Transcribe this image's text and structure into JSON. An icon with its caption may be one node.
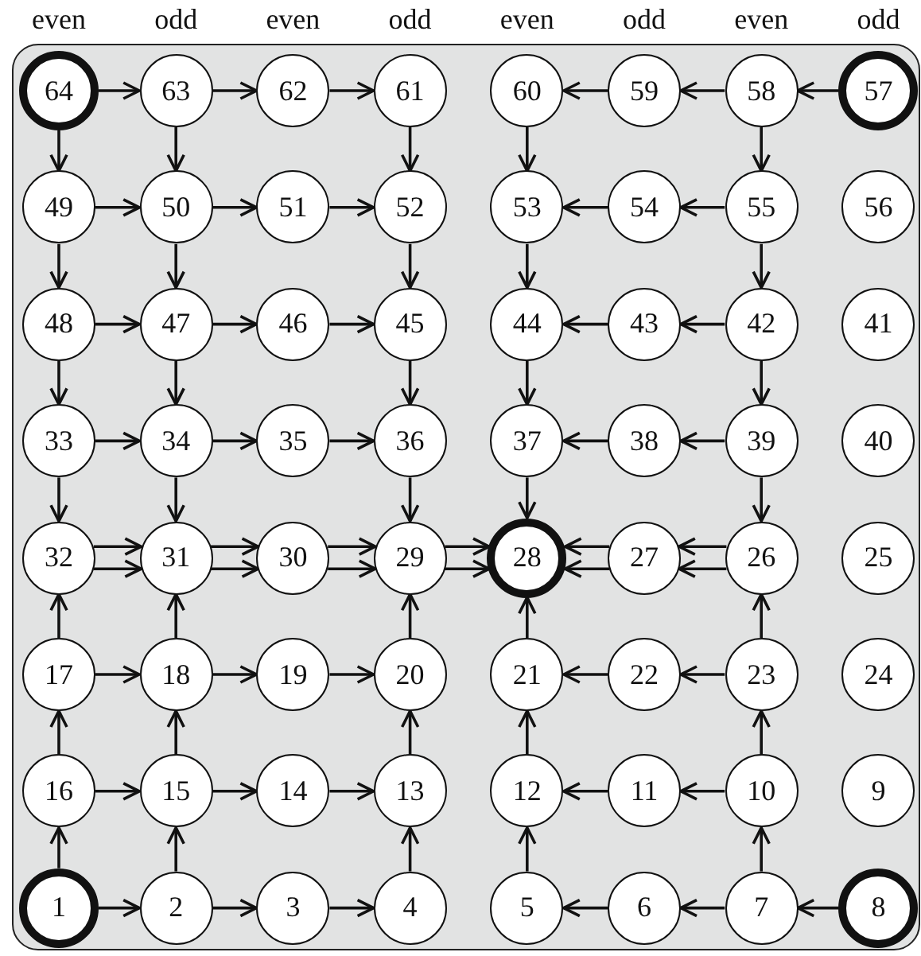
{
  "diagram": {
    "nodes": [
      {
        "text": [
          "64"
        ]
      },
      {
        "text": [
          "63"
        ]
      },
      {
        "text": [
          "62"
        ]
      },
      {
        "text": [
          "61"
        ]
      },
      {
        "text": [
          "60"
        ]
      },
      {
        "text": [
          "59"
        ]
      },
      {
        "text": [
          "58"
        ]
      },
      {
        "text": [
          "57"
        ]
      },
      {
        "text": [
          "49"
        ]
      },
      {
        "text": [
          "50"
        ]
      },
      {
        "text": [
          "51"
        ]
      },
      {
        "text": [
          "52"
        ]
      },
      {
        "text": [
          "53"
        ]
      },
      {
        "text": [
          "54"
        ]
      },
      {
        "text": [
          "55"
        ]
      },
      {
        "text": [
          "56"
        ]
      },
      {
        "text": [
          "48"
        ]
      },
      {
        "text": [
          "47"
        ]
      },
      {
        "text": [
          "46"
        ]
      },
      {
        "text": [
          "45"
        ]
      },
      {
        "text": [
          "44"
        ]
      },
      {
        "text": [
          "43"
        ]
      },
      {
        "text": [
          "42"
        ]
      },
      {
        "text": [
          "41"
        ]
      },
      {
        "text": [
          "33"
        ]
      },
      {
        "text": [
          "34"
        ]
      },
      {
        "text": [
          "35"
        ]
      },
      {
        "text": [
          "36"
        ]
      },
      {
        "text": [
          "37"
        ]
      },
      {
        "text": [
          "38"
        ]
      },
      {
        "text": [
          "39"
        ]
      },
      {
        "text": [
          "40"
        ]
      },
      {
        "text": [
          "32"
        ]
      },
      {
        "text": [
          "31"
        ]
      },
      {
        "text": [
          "30"
        ]
      },
      {
        "text": [
          "29"
        ]
      },
      {
        "text": [
          "28"
        ]
      },
      {
        "text": [
          "27"
        ]
      },
      {
        "text": [
          "26"
        ]
      },
      {
        "text": [
          "25"
        ]
      },
      {
        "text": [
          "17"
        ]
      },
      {
        "text": [
          "18"
        ]
      },
      {
        "text": [
          "19"
        ]
      },
      {
        "text": [
          "20"
        ]
      },
      {
        "text": [
          "21"
        ]
      },
      {
        "text": [
          "22"
        ]
      },
      {
        "text": [
          "23"
        ]
      },
      {
        "text": [
          "24"
        ]
      },
      {
        "text": [
          "16"
        ]
      },
      {
        "text": [
          "15"
        ]
      },
      {
        "text": [
          "14"
        ]
      },
      {
        "text": [
          "13"
        ]
      },
      {
        "text": [
          "12"
        ]
      },
      {
        "text": [
          "11"
        ]
      },
      {
        "text": [
          "10"
        ]
      },
      {
        "text": [
          "9"
        ]
      },
      {
        "text": [
          "1"
        ]
      },
      {
        "text": [
          "2"
        ]
      },
      {
        "text": [
          "3"
        ]
      },
      {
        "text": [
          "4"
        ]
      },
      {
        "text": [
          "5"
        ]
      },
      {
        "text": [
          "6"
        ]
      },
      {
        "text": [
          "7"
        ]
      },
      {
        "text": [
          "8"
        ]
      }
    ],
    "edges": [
      {
        "from": 0,
        "to": 1,
        "arrow": "to"
      },
      {
        "from": 1,
        "to": 2,
        "arrow": "to"
      },
      {
        "from": 2,
        "to": 3,
        "arrow": "to"
      },
      {
        "from": 0,
        "to": 8,
        "arrow": "to"
      },
      {
        "from": 1,
        "to": 9,
        "arrow": "to"
      },
      {
        "from": 3,
        "to": 11,
        "arrow": "to"
      },
      {
        "from": 8,
        "to": 9,
        "arrow": "to"
      },
      {
        "from": 9,
        "to": 10,
        "arrow": "to"
      },
      {
        "from": 10,
        "to": 11,
        "arrow": "to"
      },
      {
        "from": 8,
        "to": 16,
        "arrow": "to"
      },
      {
        "from": 9,
        "to": 17,
        "arrow": "to"
      },
      {
        "from": 11,
        "to": 19,
        "arrow": "to"
      },
      {
        "from": 16,
        "to": 17,
        "arrow": "to"
      },
      {
        "from": 17,
        "to": 18,
        "arrow": "to"
      },
      {
        "from": 18,
        "to": 19,
        "arrow": "to"
      },
      {
        "from": 16,
        "to": 24,
        "arrow": "to"
      },
      {
        "from": 17,
        "to": 25,
        "arrow": "to"
      },
      {
        "from": 19,
        "to": 27,
        "arrow": "to"
      },
      {
        "from": 24,
        "to": 25,
        "arrow": "to"
      },
      {
        "from": 25,
        "to": 26,
        "arrow": "to"
      },
      {
        "from": 26,
        "to": 27,
        "arrow": "to"
      },
      {
        "from": 24,
        "to": 32,
        "arrow": "to"
      },
      {
        "from": 25,
        "to": 33,
        "arrow": "to"
      },
      {
        "from": 27,
        "to": 35,
        "arrow": "to"
      },
      {
        "from": 32,
        "to": 33,
        "arrow": "to"
      },
      {
        "from": 32,
        "to": 33,
        "arrow": "to"
      },
      {
        "from": 33,
        "to": 34,
        "arrow": "to"
      },
      {
        "from": 33,
        "to": 34,
        "arrow": "to"
      },
      {
        "from": 34,
        "to": 35,
        "arrow": "to"
      },
      {
        "from": 34,
        "to": 35,
        "arrow": "to"
      },
      {
        "from": 35,
        "to": 36,
        "arrow": "to"
      },
      {
        "from": 35,
        "to": 36,
        "arrow": "to"
      },
      {
        "from": 56,
        "to": 57,
        "arrow": "to"
      },
      {
        "from": 57,
        "to": 58,
        "arrow": "to"
      },
      {
        "from": 58,
        "to": 59,
        "arrow": "to"
      },
      {
        "from": 56,
        "to": 48,
        "arrow": "to"
      },
      {
        "from": 57,
        "to": 49,
        "arrow": "to"
      },
      {
        "from": 59,
        "to": 51,
        "arrow": "to"
      },
      {
        "from": 48,
        "to": 49,
        "arrow": "to"
      },
      {
        "from": 49,
        "to": 50,
        "arrow": "to"
      },
      {
        "from": 50,
        "to": 51,
        "arrow": "to"
      },
      {
        "from": 48,
        "to": 40,
        "arrow": "to"
      },
      {
        "from": 49,
        "to": 41,
        "arrow": "to"
      },
      {
        "from": 51,
        "to": 43,
        "arrow": "to"
      },
      {
        "from": 40,
        "to": 41,
        "arrow": "to"
      },
      {
        "from": 41,
        "to": 42,
        "arrow": "to"
      },
      {
        "from": 42,
        "to": 43,
        "arrow": "to"
      },
      {
        "from": 40,
        "to": 32,
        "arrow": "to"
      },
      {
        "from": 41,
        "to": 33,
        "arrow": "to"
      },
      {
        "from": 43,
        "to": 35,
        "arrow": "to"
      },
      {
        "from": 7,
        "to": 6,
        "arrow": "to"
      },
      {
        "from": 6,
        "to": 5,
        "arrow": "to"
      },
      {
        "from": 5,
        "to": 4,
        "arrow": "to"
      },
      {
        "from": 4,
        "to": 12,
        "arrow": "to"
      },
      {
        "from": 6,
        "to": 14,
        "arrow": "to"
      },
      {
        "from": 14,
        "to": 13,
        "arrow": "to"
      },
      {
        "from": 13,
        "to": 12,
        "arrow": "to"
      },
      {
        "from": 12,
        "to": 20,
        "arrow": "to"
      },
      {
        "from": 14,
        "to": 22,
        "arrow": "to"
      },
      {
        "from": 22,
        "to": 21,
        "arrow": "to"
      },
      {
        "from": 21,
        "to": 20,
        "arrow": "to"
      },
      {
        "from": 20,
        "to": 28,
        "arrow": "to"
      },
      {
        "from": 22,
        "to": 30,
        "arrow": "to"
      },
      {
        "from": 30,
        "to": 29,
        "arrow": "to"
      },
      {
        "from": 29,
        "to": 28,
        "arrow": "to"
      },
      {
        "from": 28,
        "to": 36,
        "arrow": "to"
      },
      {
        "from": 30,
        "to": 38,
        "arrow": "to"
      },
      {
        "from": 38,
        "to": 37,
        "arrow": "to"
      },
      {
        "from": 38,
        "to": 37,
        "arrow": "to"
      },
      {
        "from": 37,
        "to": 36,
        "arrow": "to"
      },
      {
        "from": 37,
        "to": 36,
        "arrow": "to"
      },
      {
        "from": 63,
        "to": 62,
        "arrow": "to"
      },
      {
        "from": 62,
        "to": 61,
        "arrow": "to"
      },
      {
        "from": 61,
        "to": 60,
        "arrow": "to"
      },
      {
        "from": 60,
        "to": 52,
        "arrow": "to"
      },
      {
        "from": 62,
        "to": 54,
        "arrow": "to"
      },
      {
        "from": 54,
        "to": 53,
        "arrow": "to"
      },
      {
        "from": 53,
        "to": 52,
        "arrow": "to"
      },
      {
        "from": 52,
        "to": 44,
        "arrow": "to"
      },
      {
        "from": 54,
        "to": 46,
        "arrow": "to"
      },
      {
        "from": 46,
        "to": 45,
        "arrow": "to"
      },
      {
        "from": 45,
        "to": 44,
        "arrow": "to"
      },
      {
        "from": 44,
        "to": 36,
        "arrow": "to"
      },
      {
        "from": 46,
        "to": 38,
        "arrow": "to"
      }
    ],
    "labels": [
      "even",
      "odd",
      "even",
      "odd",
      "even",
      "odd",
      "even",
      "odd"
    ]
  }
}
